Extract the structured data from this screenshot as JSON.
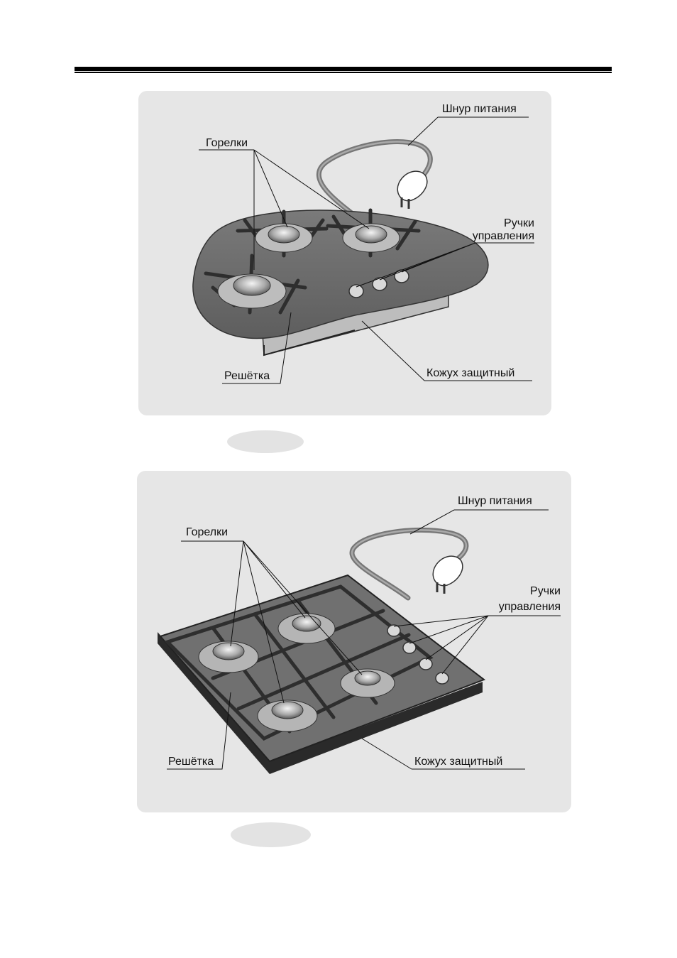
{
  "figures": [
    {
      "labels": {
        "power_cord": "Шнур питания",
        "burners": "Горелки",
        "knobs_line1": "Ручки",
        "knobs_line2": "управления",
        "grate": "Решётка",
        "cover": "Кожух защитный"
      }
    },
    {
      "labels": {
        "power_cord": "Шнур питания",
        "burners": "Горелки",
        "knobs_line1": "Ручки",
        "knobs_line2": "управления",
        "grate": "Решётка",
        "cover": "Кожух защитный"
      }
    }
  ],
  "colors": {
    "panel_bg": "#e6e6e6",
    "hob_surface": "#6d6d6d",
    "grate": "#3a3a3a",
    "text": "#111111"
  }
}
